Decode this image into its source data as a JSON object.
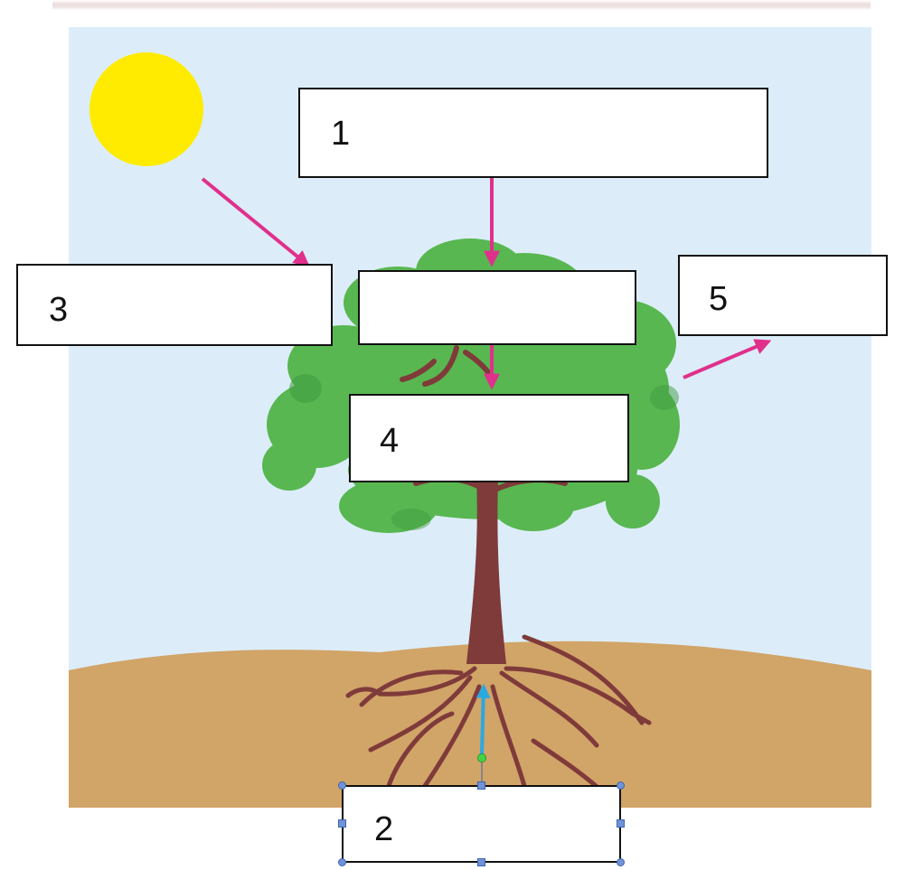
{
  "labels": [
    {
      "id": "1",
      "text": "1"
    },
    {
      "id": "2",
      "text": "2"
    },
    {
      "id": "3",
      "text": "3"
    },
    {
      "id": "4",
      "text": "4"
    },
    {
      "id": "5",
      "text": "5"
    },
    {
      "id": "blank",
      "text": ""
    }
  ],
  "colors": {
    "sky": "#dcedf9",
    "sun": "#ffeb00",
    "soil": "#d1a468",
    "foliage": "#58b750",
    "foliage_shadow": "#3f9b3f",
    "trunk": "#7f3a3a",
    "arrow_pink": "#e0308c",
    "arrow_blue": "#2aa9e0"
  }
}
